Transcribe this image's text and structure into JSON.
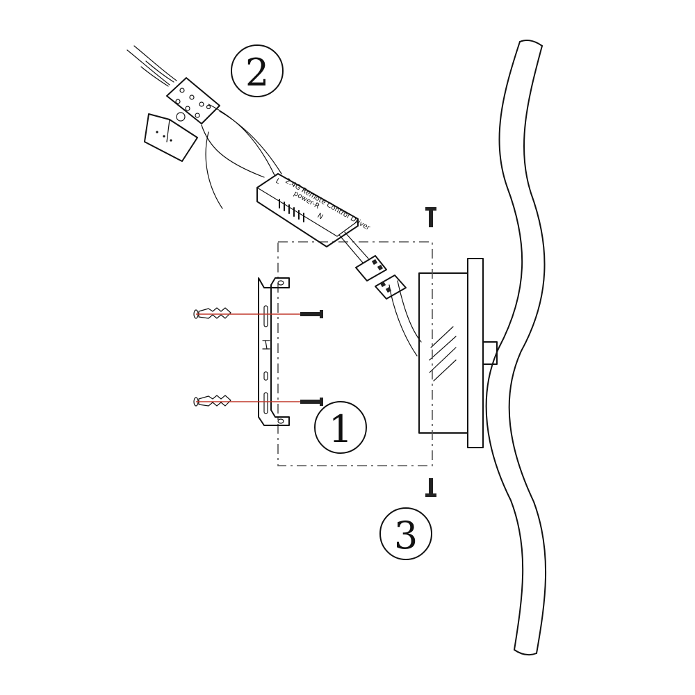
{
  "steps": [
    {
      "label": "1"
    },
    {
      "label": "2"
    },
    {
      "label": "3"
    }
  ],
  "driver": {
    "line1": "2.4G Remote Control Driver",
    "line2": "power-R",
    "terminal_left": "L",
    "terminal_right": "N"
  }
}
